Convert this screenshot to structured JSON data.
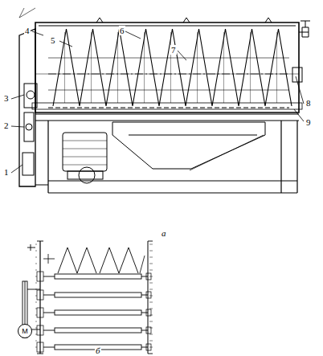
{
  "diagram": {
    "nodes": [
      {
        "text": [
          "М"
        ]
      }
    ],
    "labels": [
      "4",
      "5",
      "6",
      "7",
      "3",
      "2",
      "1",
      "8",
      "9",
      "а",
      "б"
    ]
  }
}
